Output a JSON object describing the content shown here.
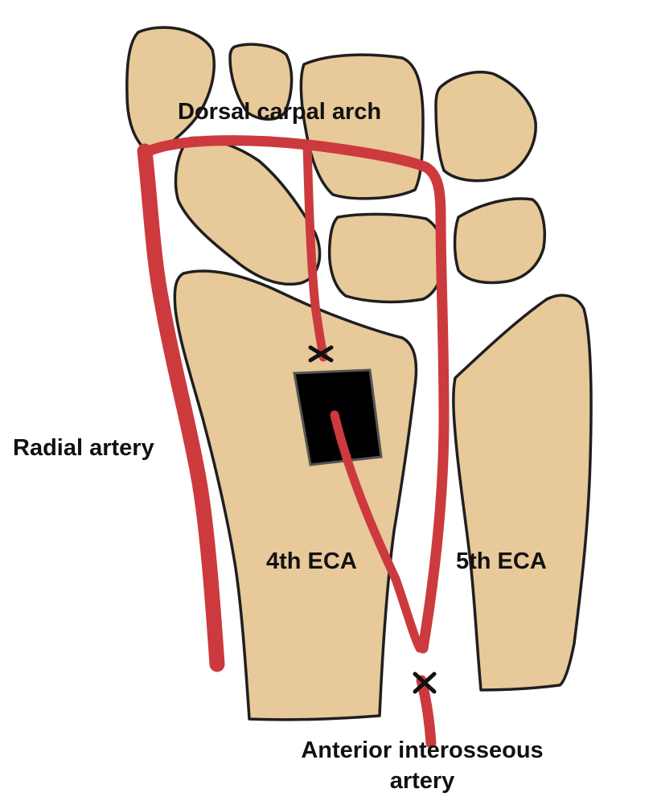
{
  "labels": {
    "dorsal_carpal_arch": "Dorsal carpal arch",
    "radial_artery": "Radial artery",
    "fourth_eca": "4th ECA",
    "fifth_eca": "5th ECA",
    "anterior_interosseous_artery": "Anterior interosseous artery"
  },
  "colors": {
    "bone_fill": "#e8c99a",
    "bone_outline": "#1f1f1f",
    "artery": "#cc3a3e",
    "window": "#000000",
    "ligation_mark": "#111111",
    "text": "#111111",
    "background": "#ffffff"
  },
  "icons": {
    "ligation": "x-mark"
  }
}
